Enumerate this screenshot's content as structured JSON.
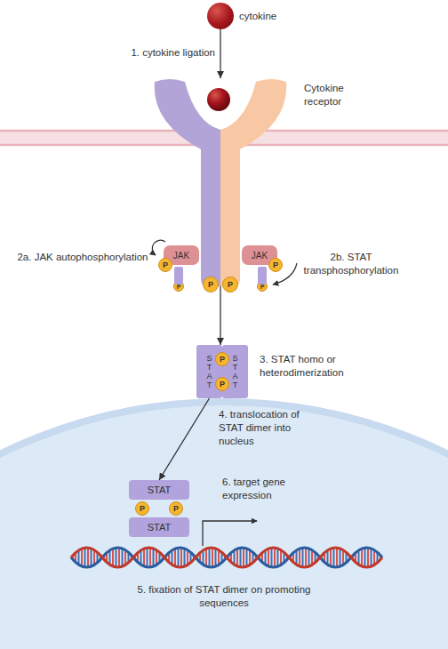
{
  "diagram": {
    "nodes": [
      {
        "text": [
          "cytokine"
        ]
      },
      {
        "text": [
          "Cytokine receptor"
        ]
      },
      {
        "text": [
          "JAK"
        ]
      },
      {
        "text": [
          "JAK"
        ]
      },
      {
        "text": [
          "P"
        ]
      },
      {
        "text": [
          "P"
        ]
      },
      {
        "text": [
          "P"
        ]
      },
      {
        "text": [
          "P"
        ]
      },
      {
        "text": [
          "P"
        ]
      },
      {
        "text": [
          "P"
        ]
      },
      {
        "text": [
          "S T A T"
        ]
      },
      {
        "text": [
          "S T A T"
        ]
      },
      {
        "text": [
          "P"
        ]
      },
      {
        "text": [
          "P"
        ]
      },
      {
        "text": [
          "STAT"
        ]
      },
      {
        "text": [
          "STAT"
        ]
      },
      {
        "text": [
          "P"
        ]
      },
      {
        "text": [
          "P"
        ]
      }
    ],
    "edges": [
      {
        "from": 0,
        "to": 1,
        "label": "1. cytokine ligation",
        "arrow": "to"
      },
      {
        "from": 1,
        "to": 10,
        "arrow": "to"
      },
      {
        "from": 10,
        "to": 14,
        "label": "4. translocation of STAT dimer into nucleus",
        "arrow": "to"
      }
    ],
    "labels": [
      "2a. JAK autophosphorylation",
      "2b. STAT transphosphorylation",
      "3. STAT homo or heterodimerization",
      "6. target gene expression",
      "5. fixation of STAT dimer on promoting sequences"
    ]
  }
}
